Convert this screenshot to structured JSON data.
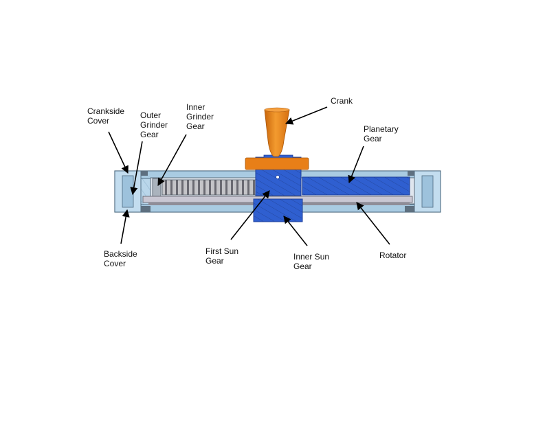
{
  "labels": {
    "crank": "Crank",
    "planetary_gear": [
      "Planetary",
      "Gear"
    ],
    "crankside_cover": [
      "Crankside",
      "Cover"
    ],
    "outer_grinder_gear": [
      "Outer",
      "Grinder",
      "Gear"
    ],
    "inner_grinder_gear": [
      "Inner",
      "Grinder",
      "Gear"
    ],
    "backside_cover": [
      "Backside",
      "Cover"
    ],
    "first_sun_gear": [
      "First Sun",
      "Gear"
    ],
    "inner_sun_gear": [
      "Inner Sun",
      "Gear"
    ],
    "rotator": "Rotator"
  },
  "colors": {
    "housing": "#b9d6ea",
    "housing_edge": "#4d6a80",
    "gear_blue": "#2f5fd0",
    "gear_blue_dark": "#1d3f9a",
    "crank_orange": "#f08a1c",
    "rotator_gray": "#c9c7d3",
    "arrow": "#000000"
  }
}
